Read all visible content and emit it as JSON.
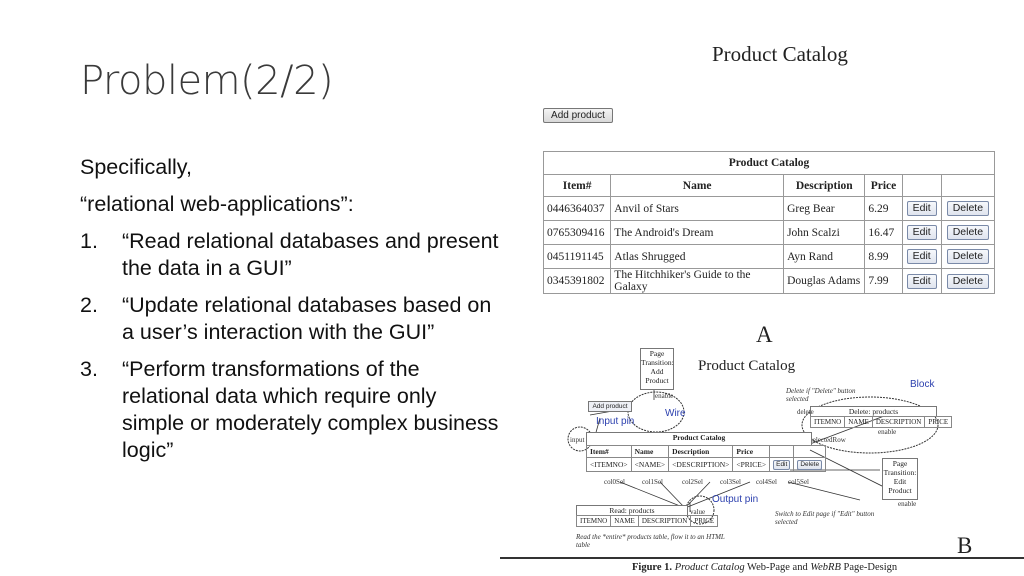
{
  "slide": {
    "title": "Problem(2/2)",
    "intro": "Specifically,",
    "subtitle": "“relational web-applications”:",
    "items": [
      {
        "num": "1.",
        "text": "“Read relational databases and present the data in a GUI”"
      },
      {
        "num": "2.",
        "text": "“Update relational databases based on a user’s interaction with the GUI”"
      },
      {
        "num": "3.",
        "text": "“Perform transformations of the relational data which require only simple or moderately complex business logic”"
      }
    ]
  },
  "figureA": {
    "title": "Product Catalog",
    "add_button": "Add product",
    "table_caption": "Product Catalog",
    "headers": [
      "Item#",
      "Name",
      "Description",
      "Price"
    ],
    "rows": [
      {
        "item": "0446364037",
        "name": "Anvil of Stars",
        "desc": "Greg Bear",
        "price": "6.29"
      },
      {
        "item": "0765309416",
        "name": "The Android's Dream",
        "desc": "John Scalzi",
        "price": "16.47"
      },
      {
        "item": "0451191145",
        "name": "Atlas Shrugged",
        "desc": "Ayn Rand",
        "price": "8.99"
      },
      {
        "item": "0345391802",
        "name": "The Hitchhiker's Guide to the Galaxy",
        "desc": "Douglas Adams",
        "price": "7.99"
      }
    ],
    "edit_label": "Edit",
    "delete_label": "Delete",
    "label": "A"
  },
  "figureB": {
    "title": "Product Catalog",
    "page_transition_1": [
      "Page",
      "Transition:",
      "Add",
      "Product"
    ],
    "page_transition_2": [
      "Page",
      "Transition:",
      "Edit",
      "Product"
    ],
    "add_button": "Add product",
    "enable": "enable",
    "label_wire": "Wire",
    "label_input_pin": "Input pin",
    "label_output_pin": "Output pin",
    "label_block": "Block",
    "delete_note": "Delete if \"Delete\" button selected",
    "delete_products": "Delete: products",
    "cols": [
      "ITEMNO",
      "NAME",
      "DESCRIPTION",
      "PRICE"
    ],
    "catalog_title": "Product Catalog",
    "catalog_headers": [
      "Item#",
      "Name",
      "Description",
      "Price"
    ],
    "catalog_row": [
      "<ITEMNO>",
      "<NAME>",
      "<DESCRIPTION>",
      "<PRICE>"
    ],
    "col_sel": [
      "col0Sel",
      "col1Sel",
      "col2Sel",
      "col3Sel",
      "col4Sel",
      "col5Sel"
    ],
    "read_products": "Read: products",
    "value": "value",
    "input": "input",
    "delete": "delete",
    "selected": "selectedRow",
    "read_note": "Read the *entire* products table, flow it to an HTML table",
    "edit_note": "Switch to Edit page if \"Edit\" button selected",
    "label": "B"
  },
  "caption": {
    "prefix": "Figure 1.",
    "text1": "Product Catalog",
    "text2": "Web-Page and",
    "text3": "WebRB",
    "text4": "Page-Design"
  }
}
